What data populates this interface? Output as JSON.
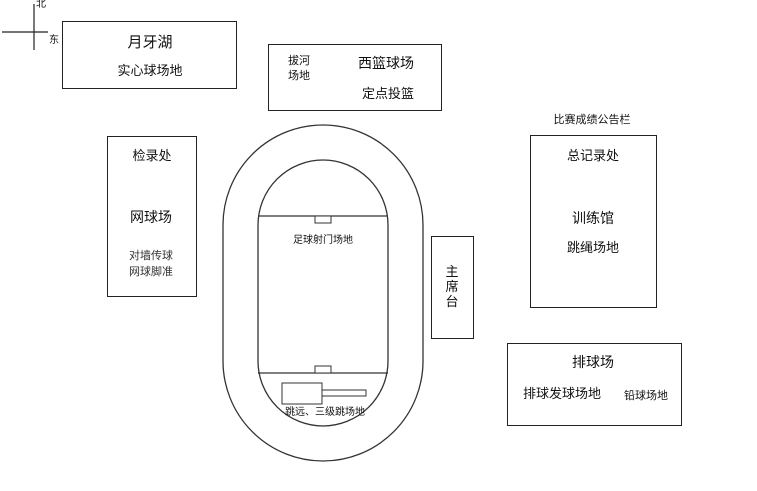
{
  "compass": {
    "north": "北",
    "east": "东"
  },
  "yueya": {
    "title": "月牙湖",
    "sub": "实心球场地"
  },
  "xilan": {
    "tug_line1": "拔河",
    "tug_line2": "场地",
    "title": "西篮球场",
    "sub": "定点投篮"
  },
  "scoreboard": {
    "title": "比赛成绩公告栏"
  },
  "jianlu": {
    "title": "检录处",
    "tennis": "网球场",
    "sub1": "对墙传球",
    "sub2": "网球脚准"
  },
  "track": {
    "football": "足球射门场地",
    "jump": "跳远、三级跳场地"
  },
  "stand": {
    "c1": "主",
    "c2": "席",
    "c3": "台"
  },
  "zongji": {
    "title": "总记录处",
    "gym": "训练馆",
    "rope": "跳绳场地"
  },
  "volley": {
    "title": "排球场",
    "serve": "排球发球场地",
    "shot": "铅球场地"
  }
}
